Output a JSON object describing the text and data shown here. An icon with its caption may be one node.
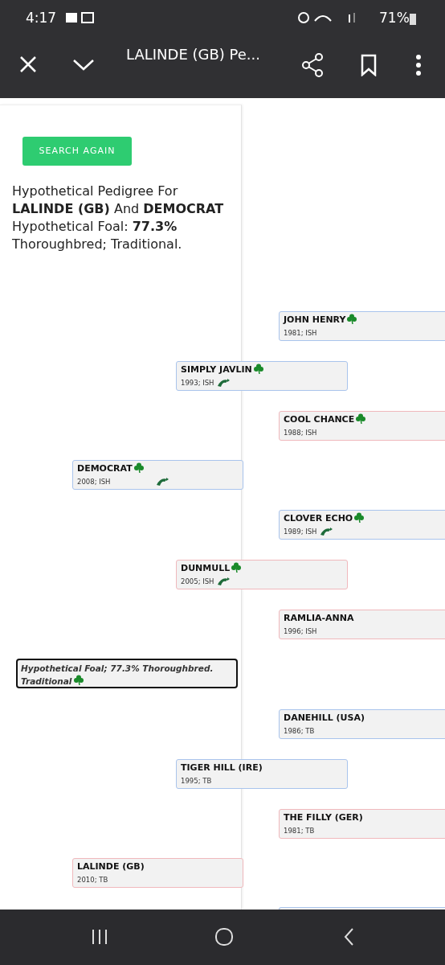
{
  "diagram": {
    "nodes": [
      {
        "text": [
          "JOHN HENRY",
          "1981; ISH"
        ]
      },
      {
        "text": [
          "SIMPLY JAVLIN",
          "1993; ISH"
        ]
      },
      {
        "text": [
          "COOL CHANCE",
          "1988; ISH"
        ]
      },
      {
        "text": [
          "DEMOCRAT",
          "2008; ISH"
        ]
      },
      {
        "text": [
          "CLOVER ECHO",
          "1989; ISH"
        ]
      },
      {
        "text": [
          "DUNMULL",
          "2005; ISH"
        ]
      },
      {
        "text": [
          "RAMLIA-ANNA",
          "1996; ISH"
        ]
      },
      {
        "text": [
          "Hypothetical Foal; 77.3% Thoroughbred. Traditional"
        ]
      },
      {
        "text": [
          "DANEHILL (USA)",
          "1986; TB"
        ]
      },
      {
        "text": [
          "TIGER HILL (IRE)",
          "1995; TB"
        ]
      },
      {
        "text": [
          "THE FILLY (GER)",
          "1981; TB"
        ]
      },
      {
        "text": [
          "LALINDE (GB)",
          "2010; TB"
        ]
      },
      {
        "text": [],
        "shape": "box"
      }
    ],
    "labels": [
      "4:17",
      "71%",
      "LALINDE (GB) Pe...",
      "SEARCH AGAIN",
      "Hypothetical Pedigree For **LALINDE (GB)** And **DEMOCRAT** Hypothetical Foal: **77.3%** Thoroughbred; Traditional."
    ]
  }
}
